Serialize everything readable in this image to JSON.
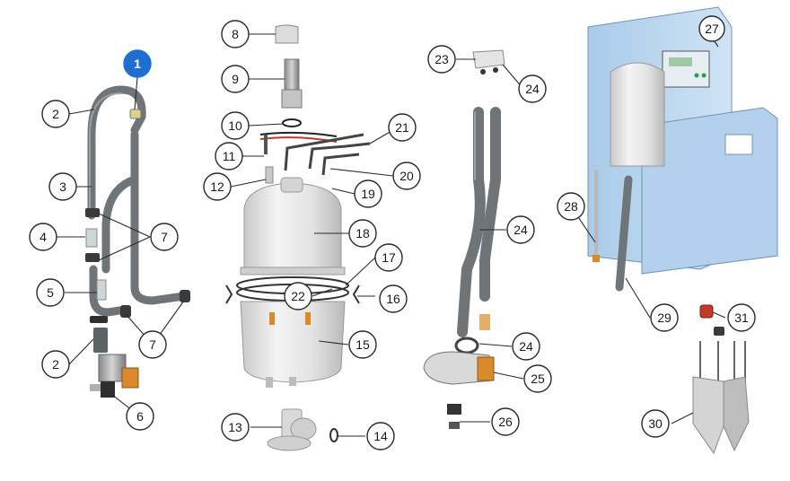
{
  "callouts": {
    "c1": "1",
    "c2a": "2",
    "c2b": "2",
    "c3": "3",
    "c4": "4",
    "c5": "5",
    "c6": "6",
    "c7a": "7",
    "c7b": "7",
    "c8": "8",
    "c9": "9",
    "c10": "10",
    "c11": "11",
    "c12": "12",
    "c13": "13",
    "c14": "14",
    "c15": "15",
    "c16": "16",
    "c17": "17",
    "c18": "18",
    "c19": "19",
    "c20": "20",
    "c21": "21",
    "c22": "22",
    "c23": "23",
    "c24a": "24",
    "c24b": "24",
    "c24c": "24",
    "c25": "25",
    "c26": "26",
    "c27": "27",
    "c28": "28",
    "c29": "29",
    "c30": "30",
    "c31": "31"
  },
  "colors": {
    "highlight": "#1f6fd1",
    "hose": "#6f7478",
    "cylinder": "#e6e6e6",
    "cabinet": "#bcd7ef",
    "valve_coil": "#d98a2a",
    "cap_red": "#c0392b"
  }
}
